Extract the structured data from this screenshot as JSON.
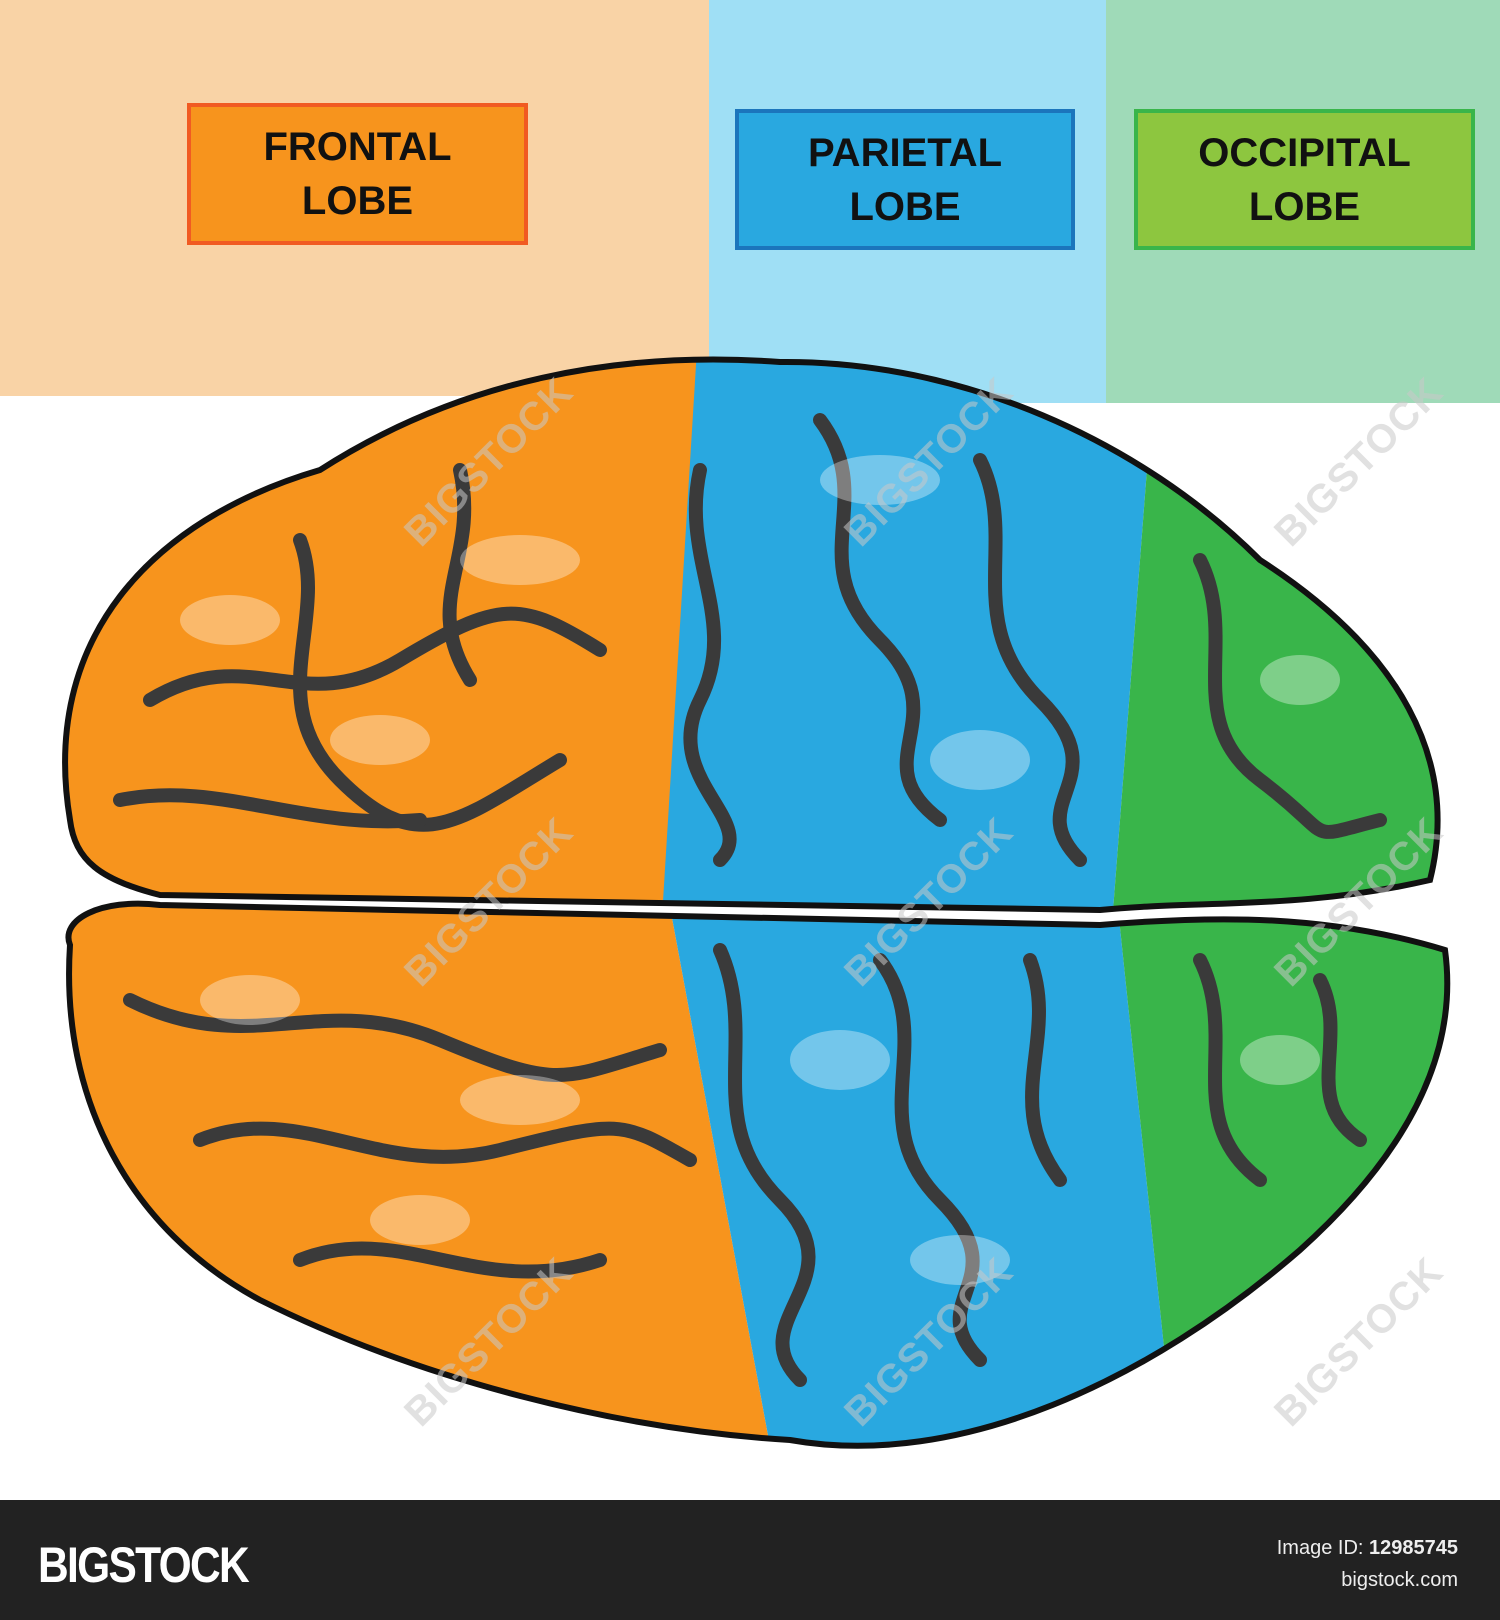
{
  "labels": [
    {
      "line1": "FRONTAL",
      "line2": "LOBE",
      "fill": "#f7941d",
      "border": "#f15a22",
      "band": "#f9d3a6"
    },
    {
      "line1": "PARIETAL",
      "line2": "LOBE",
      "fill": "#29a8e0",
      "border": "#1b75bc",
      "band": "#9fdff5"
    },
    {
      "line1": "OCCIPITAL",
      "line2": "LOBE",
      "fill": "#8dc63f",
      "border": "#39b54a",
      "band": "#9fdab8"
    }
  ],
  "colors": {
    "frontal": "#f7941d",
    "parietal": "#29a8e0",
    "occipital": "#39b54a",
    "sulci": "#3a3a3a",
    "outline": "#111111"
  },
  "watermark": "BIGSTOCK",
  "footer": {
    "logo": "BIGSTOCK",
    "image_id_label": "Image ID:",
    "image_id": "12985745",
    "site": "bigstock.com"
  }
}
